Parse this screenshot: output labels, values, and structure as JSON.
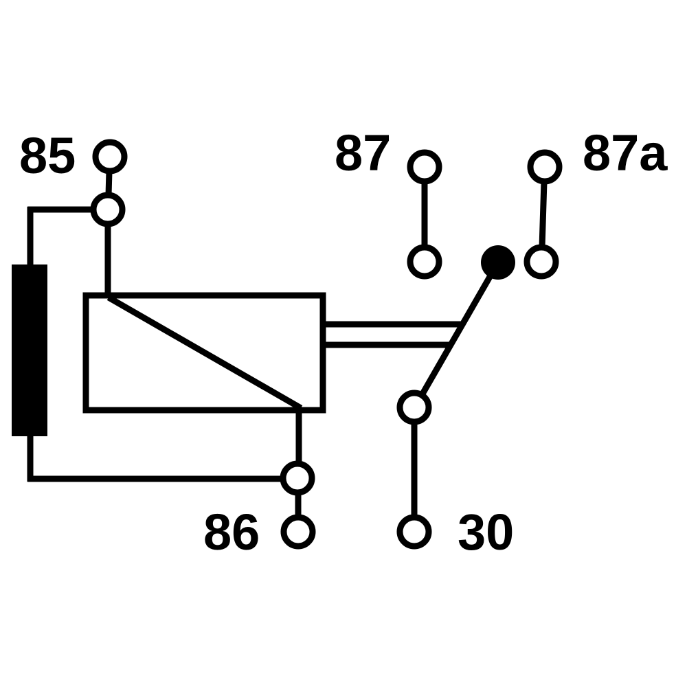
{
  "diagram": {
    "title": "relay-internal-wiring-diagram",
    "type": "schematic",
    "labels": {
      "pin85": "85",
      "pin86": "86",
      "pin87": "87",
      "pin87a": "87a",
      "pin30": "30"
    },
    "components": {
      "coil": "relay-coil-box-with-diagonal",
      "resistor": "black-bar-resistor-element",
      "switch": "movable-contact-arm-from-pivot-to-terminal-30",
      "actuator": "double-line-link-from-coil-to-switch-arm"
    },
    "colors": {
      "line": "#000000",
      "background": "#ffffff",
      "pivot_fill": "#000000"
    }
  }
}
